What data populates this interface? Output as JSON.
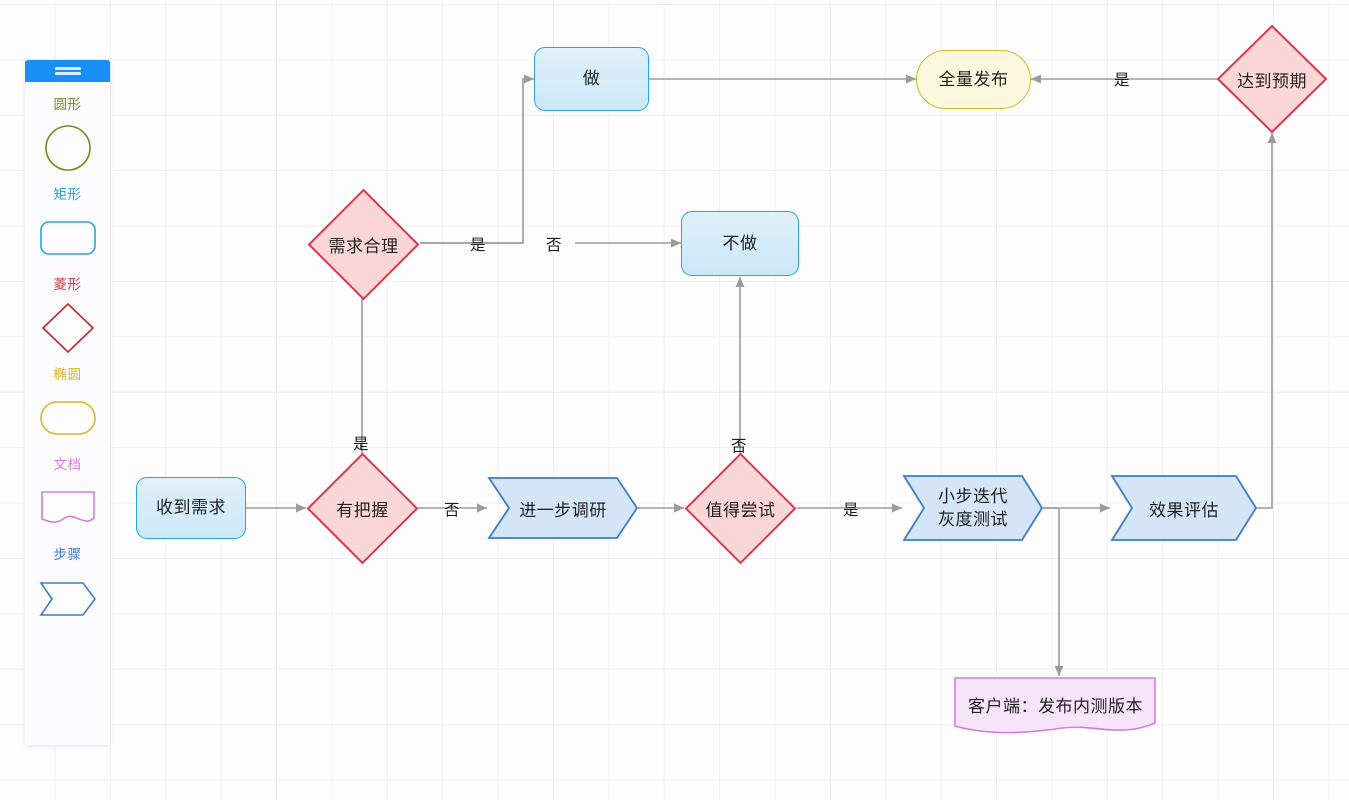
{
  "palette": {
    "grip_icon": "drag-handle-icon",
    "items": [
      {
        "label": "圆形",
        "shape": "circle",
        "color": "#7a8b1e"
      },
      {
        "label": "矩形",
        "shape": "rounded-rect",
        "color": "#29a3dc"
      },
      {
        "label": "菱形",
        "shape": "diamond",
        "color": "#d8384a"
      },
      {
        "label": "椭圆",
        "shape": "ellipse",
        "color": "#d4b72e"
      },
      {
        "label": "文档",
        "shape": "document",
        "color": "#d07fdc"
      },
      {
        "label": "步骤",
        "shape": "step",
        "color": "#3d7cc9"
      }
    ]
  },
  "colors": {
    "accent": "#1890f8",
    "blue_stroke": "#29a3dc",
    "blue_fill": "#cce8f8",
    "red_stroke": "#d8384a",
    "red_fill": "#fbd6d8",
    "yellow_stroke": "#cdb92a",
    "yellow_fill": "#fcf8dd",
    "purple_stroke": "#d07fdc",
    "purple_fill": "#f7e3fa",
    "step_stroke": "#3d7cc9",
    "step_fill": "#d3e5f7",
    "edge": "#9b9b9b",
    "grid": "#f0f0f3"
  },
  "flowchart": {
    "nodes": [
      {
        "id": "start",
        "label": "收到需求",
        "type": "rounded-rect"
      },
      {
        "id": "confident",
        "label": "有把握",
        "type": "diamond"
      },
      {
        "id": "research",
        "label": "进一步调研",
        "type": "step"
      },
      {
        "id": "worth",
        "label": "值得尝试",
        "type": "diamond"
      },
      {
        "id": "iterate",
        "label": "小步迭代\n灰度测试",
        "type": "step"
      },
      {
        "id": "evaluate",
        "label": "效果评估",
        "type": "step"
      },
      {
        "id": "reasonable",
        "label": "需求合理",
        "type": "diamond"
      },
      {
        "id": "do",
        "label": "做",
        "type": "rounded-rect"
      },
      {
        "id": "dont",
        "label": "不做",
        "type": "rounded-rect"
      },
      {
        "id": "release",
        "label": "全量发布",
        "type": "ellipse"
      },
      {
        "id": "expected",
        "label": "达到预期",
        "type": "diamond"
      },
      {
        "id": "client",
        "label": "客户端：发布内测版本",
        "type": "document"
      }
    ],
    "edge_labels": [
      {
        "id": "e-confident-no",
        "text": "否",
        "from": "confident",
        "to": "research"
      },
      {
        "id": "e-confident-yes",
        "text": "是",
        "from": "confident",
        "to": "reasonable"
      },
      {
        "id": "e-reasonable-yes",
        "text": "是",
        "from": "reasonable",
        "to": "do"
      },
      {
        "id": "e-reasonable-no",
        "text": "否",
        "from": "reasonable",
        "to": "dont"
      },
      {
        "id": "e-worth-no",
        "text": "否",
        "from": "worth",
        "to": "dont"
      },
      {
        "id": "e-worth-yes",
        "text": "是",
        "from": "worth",
        "to": "iterate"
      },
      {
        "id": "e-expected-yes",
        "text": "是",
        "from": "expected",
        "to": "release"
      }
    ]
  }
}
